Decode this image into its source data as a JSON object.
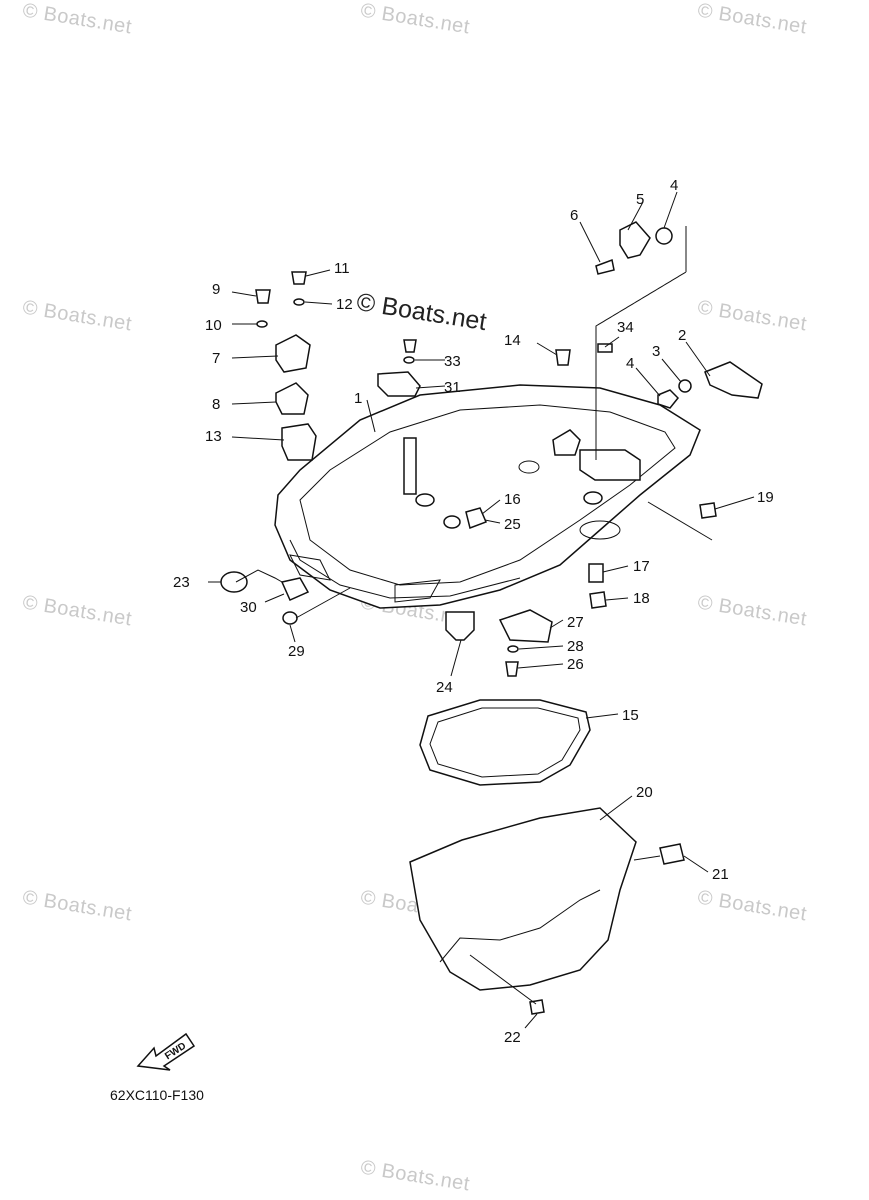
{
  "watermarks": [
    "© Boats.net",
    "© Boats.net",
    "© Boats.net",
    "© Boats.net",
    "© Boats.net",
    "© Boats.net",
    "© Boats.net",
    "© Boats.net",
    "© Boats.net",
    "© Boats.net",
    "© Boats.net",
    "© Boats.net"
  ],
  "center_watermark": "© Boats.net",
  "diagram_code": "62XC110-F130",
  "fwd_label": "FWD",
  "callouts": [
    "1",
    "2",
    "3",
    "4",
    "4",
    "5",
    "6",
    "7",
    "8",
    "9",
    "10",
    "11",
    "12",
    "13",
    "14",
    "15",
    "16",
    "17",
    "18",
    "19",
    "20",
    "21",
    "22",
    "23",
    "24",
    "25",
    "26",
    "27",
    "28",
    "29",
    "30",
    "31",
    "33",
    "34"
  ]
}
